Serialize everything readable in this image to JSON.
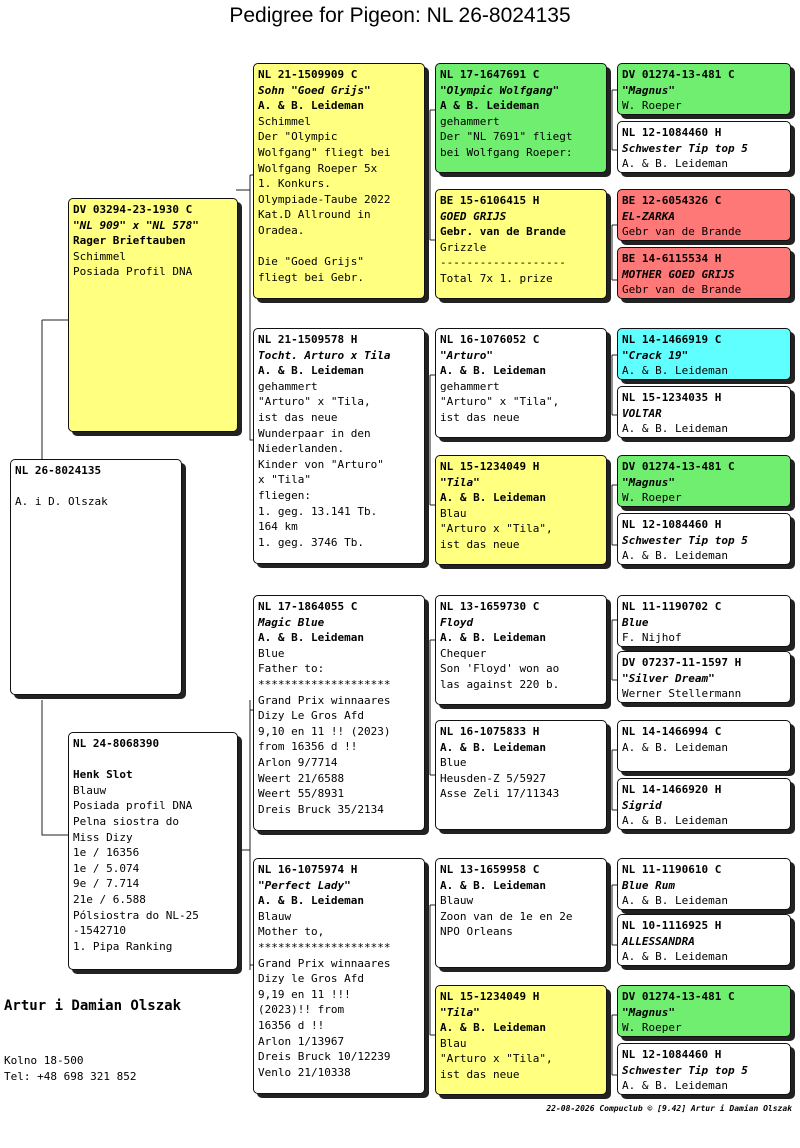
{
  "title": "Pedigree for Pigeon: NL  26-8024135",
  "colors": {
    "yellow": "#ffff80",
    "green": "#70ee70",
    "red": "#ff7878",
    "cyan": "#60ffff",
    "white": "#ffffff"
  },
  "cards": {
    "subject": {
      "id": "NL  26-8024135",
      "lines": [
        "",
        "A. i D. Olszak"
      ]
    },
    "sire": {
      "id": "DV  03294-23-1930 C",
      "name": "\"NL 909\" x \"NL 578\"",
      "lines": [
        "Rager Brieftauben",
        "Schimmel",
        "Posiada Profil DNA"
      ]
    },
    "dam": {
      "id": "NL  24-8068390",
      "lines": [
        "",
        "Henk Slot",
        "Blauw",
        "Posiada profil DNA",
        "Pelna siostra do",
        "Miss Dizy",
        "1e  / 16356",
        "1e  / 5.074",
        "9e  / 7.714",
        "21e / 6.588",
        "Pólsiostra do NL-25",
        "-1542710",
        "1. Pipa Ranking"
      ]
    },
    "ss": {
      "id": "NL  21-1509909 C",
      "name": "Sohn \"Goed Grijs\"",
      "lines": [
        "A. & B. Leideman",
        "Schimmel",
        "Der \"Olympic",
        "Wolfgang\" fliegt bei",
        "Wolfgang Roeper 5x",
        "1. Konkurs.",
        "Olympiade-Taube 2022",
        "Kat.D Allround in",
        "Oradea.",
        "",
        "Die \"Goed Grijs\"",
        "fliegt bei Gebr."
      ]
    },
    "sd": {
      "id": "NL  21-1509578 H",
      "name": "Tocht. Arturo x Tila",
      "lines": [
        "A. & B. Leideman",
        "gehammert",
        "\"Arturo\" x \"Tila,",
        "ist das neue",
        "Wunderpaar in den",
        "Niederlanden.",
        "Kinder von \"Arturo\"",
        "x \"Tila\"",
        "fliegen:",
        "1. geg. 13.141 Tb.",
        "164 km",
        "1. geg. 3746 Tb."
      ]
    },
    "ds": {
      "id": "NL  17-1864055 C",
      "name": "Magic Blue",
      "lines": [
        "A. & B. Leideman",
        "Blue",
        "Father to:",
        "********************",
        "Grand Prix winnaares",
        "Dizy Le Gros Afd",
        "9,10 en 11 !! (2023)",
        "from 16356 d !!",
        "Arlon       9/7714",
        "Weert      21/6588",
        "Weert      55/8931",
        "Dreis Bruck 35/2134"
      ]
    },
    "dd": {
      "id": "NL  16-1075974 H",
      "name": "\"Perfect Lady\"",
      "lines": [
        "A. & B. Leideman",
        "Blauw",
        "Mother to,",
        "********************",
        "Grand Prix winnaares",
        "Dizy le Gros Afd",
        "9,19 en 11 !!!",
        "(2023)!! from",
        "16356 d !!",
        "Arlon 1/13967",
        "Dreis Bruck 10/12239",
        "Venlo 21/10338"
      ]
    },
    "sss": {
      "id": "NL  17-1647691 C",
      "name": "\"Olympic Wolfgang\"",
      "lines": [
        "A & B. Leideman",
        "gehammert",
        "Der \"NL 7691\" fliegt",
        "bei Wolfgang Roeper:"
      ]
    },
    "ssd": {
      "id": "BE  15-6106415 H",
      "name": "GOED GRIJS",
      "bold": "Gebr. van de Brande",
      "lines": [
        "Grizzle",
        "-------------------",
        "Total 7x 1. prize"
      ]
    },
    "sds": {
      "id": "NL  16-1076052 C",
      "name": "\"Arturo\"",
      "lines": [
        "A. & B. Leideman",
        "gehammert",
        "\"Arturo\" x \"Tila\",",
        "ist das neue"
      ]
    },
    "sdd": {
      "id": "NL  15-1234049 H",
      "name": "\"Tila\"",
      "lines": [
        "A. & B. Leideman",
        "Blau",
        "\"Arturo x \"Tila\",",
        "ist das neue"
      ]
    },
    "dss": {
      "id": "NL  13-1659730 C",
      "name": "Floyd",
      "lines": [
        "A. & B. Leideman",
        "Chequer",
        "Son 'Floyd' won ao",
        "las against 220 b."
      ]
    },
    "dsd": {
      "id": "NL  16-1075833 H",
      "name": "",
      "lines": [
        "A. & B. Leideman",
        "Blue",
        "Heusden-Z  5/5927",
        "Asse Zeli 17/11343"
      ]
    },
    "dds": {
      "id": "NL  13-1659958 C",
      "name": "",
      "lines": [
        "A. & B. Leideman",
        "Blauw",
        "Zoon van de 1e en 2e",
        "NPO Orleans"
      ]
    },
    "ddd": {
      "id": "NL  15-1234049 H",
      "name": "\"Tila\"",
      "lines": [
        "A. & B. Leideman",
        "Blau",
        "\"Arturo x \"Tila\",",
        "ist das neue"
      ]
    },
    "g1": {
      "id": "DV  01274-13-481 C",
      "name": "\"Magnus\"",
      "lines": [
        "W. Roeper"
      ]
    },
    "g2": {
      "id": "NL  12-1084460 H",
      "name": "Schwester Tip top 5",
      "lines": [
        "A. & B. Leideman"
      ]
    },
    "g3": {
      "id": "BE  12-6054326 C",
      "name": "EL-ZARKA",
      "lines": [
        "Gebr van de Brande"
      ]
    },
    "g4": {
      "id": "BE  14-6115534 H",
      "name": "MOTHER GOED GRIJS",
      "lines": [
        "Gebr van de Brande"
      ]
    },
    "g5": {
      "id": "NL  14-1466919 C",
      "name": "\"Crack 19\"",
      "lines": [
        "A. & B. Leideman"
      ]
    },
    "g6": {
      "id": "NL  15-1234035 H",
      "name": "VOLTAR",
      "lines": [
        "A. & B. Leideman"
      ]
    },
    "g7": {
      "id": "DV  01274-13-481 C",
      "name": "\"Magnus\"",
      "lines": [
        "W. Roeper"
      ]
    },
    "g8": {
      "id": "NL  12-1084460 H",
      "name": "Schwester Tip top 5",
      "lines": [
        "A. & B. Leideman"
      ]
    },
    "g9": {
      "id": "NL  11-1190702 C",
      "name": "Blue",
      "lines": [
        "F. Nijhof"
      ]
    },
    "g10": {
      "id": "DV  07237-11-1597 H",
      "name": "\"Silver Dream\"",
      "lines": [
        "Werner Stellermann"
      ]
    },
    "g11": {
      "id": "NL  14-1466994 C",
      "name": "",
      "lines": [
        "A. & B. Leideman"
      ]
    },
    "g12": {
      "id": "NL  14-1466920 H",
      "name": "Sigrid",
      "lines": [
        "A. & B. Leideman"
      ]
    },
    "g13": {
      "id": "NL  11-1190610 C",
      "name": "Blue Rum",
      "lines": [
        "A. & B. Leideman"
      ]
    },
    "g14": {
      "id": "NL  10-1116925 H",
      "name": "ALLESSANDRA",
      "lines": [
        "A. & B. Leideman"
      ]
    },
    "g15": {
      "id": "DV  01274-13-481 C",
      "name": "\"Magnus\"",
      "lines": [
        "W. Roeper"
      ]
    },
    "g16": {
      "id": "NL  12-1084460 H",
      "name": "Schwester Tip top 5",
      "lines": [
        "A. & B. Leideman"
      ]
    }
  },
  "owner": {
    "name": "Artur i Damian Olszak",
    "address": "Kolno 18-500",
    "phone": "Tel: +48 698 321 852"
  },
  "footer": "22-08-2026   Compuclub © [9.42]  Artur i Damian Olszak"
}
